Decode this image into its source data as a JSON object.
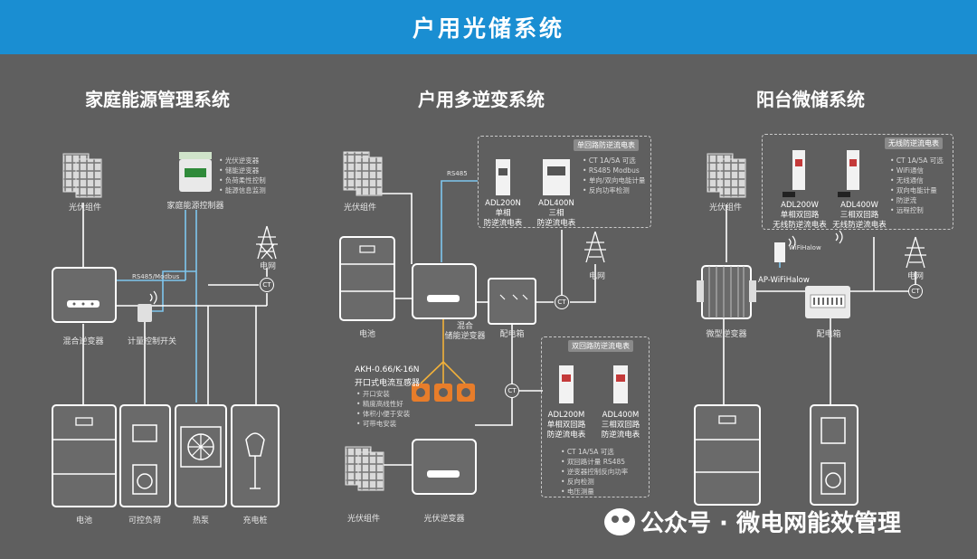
{
  "banner": {
    "title": "户用光储系统"
  },
  "sections": {
    "left": {
      "title": "家庭能源管理系统",
      "pv": "光伏组件",
      "controller": "家庭能源控制器",
      "controller_specs": [
        "光伏逆变器",
        "储能逆变器",
        "负荷柔性控制",
        "能源信息监测"
      ],
      "link_label": "RS485/Modbus",
      "inverter": "混合逆变器",
      "switch": "计量控制开关",
      "grid": "电网",
      "ct": "CT",
      "battery": "电池",
      "load": "可控负荷",
      "heatpump": "热泵",
      "charger": "充电桩"
    },
    "middle": {
      "title": "户用多逆变系统",
      "pv_top": "光伏组件",
      "pv_bottom": "光伏组件",
      "battery": "电池",
      "hybrid": "混合",
      "inverter_top": "储能逆变器",
      "distbox": "配电箱",
      "grid": "电网",
      "ct": "CT",
      "link_label": "RS485",
      "box1_tag": "单回路防逆流电表",
      "meter1_model": "ADL200N",
      "meter1_desc": [
        "单相",
        "防逆流电表"
      ],
      "meter2_model": "ADL400N",
      "meter2_desc": [
        "三相",
        "防逆流电表"
      ],
      "box1_specs": [
        "CT 1A/5A 可选",
        "RS485 Modbus",
        "单向/双向电能计量",
        "反向功率检测"
      ],
      "sensor_model": "AKH-0.66/K-16N",
      "sensor_desc": "开口式电流互感器",
      "sensor_specs": [
        "开口安装",
        "精度高线性好",
        "体积小便于安装",
        "可带电安装"
      ],
      "box2_tag": "双回路防逆流电表",
      "meter3_model": "ADL200M",
      "meter3_desc": [
        "单相双回路",
        "防逆流电表"
      ],
      "meter4_model": "ADL400M",
      "meter4_desc": [
        "三相双回路",
        "防逆流电表"
      ],
      "box2_specs": [
        "CT 1A/5A 可选",
        "双回路计量 RS485",
        "逆变器控制反向功率",
        "反向检测",
        "电压测量"
      ],
      "pv_inverter": "光伏逆变器"
    },
    "right": {
      "title": "阳台微储系统",
      "pv": "光伏组件",
      "box_tag": "无线防逆流电表",
      "box_specs": [
        "CT 1A/5A 可选",
        "WiFi通信",
        "无线通信",
        "双向电能计量",
        "防逆流",
        "远程控制"
      ],
      "meter1_model": "ADL200W",
      "meter1_desc": [
        "单相双回路",
        "无线防逆流电表"
      ],
      "meter2_model": "ADL400W",
      "meter2_desc": [
        "三相双回路",
        "无线防逆流电表"
      ],
      "wifi_small": "WiFiHalow",
      "ap_label": "AP-WiFiHalow",
      "grid": "电网",
      "ct": "CT",
      "micro_inverter": "微型逆变器",
      "distbox": "配电箱"
    }
  },
  "watermark": {
    "text": "公众号 · 微电网能效管理"
  },
  "colors": {
    "banner": "#1a8ed2",
    "background": "#5f5f5f",
    "line_blue": "#7fc6ee",
    "line_white": "#ffffff",
    "line_yellow": "#f2b13a",
    "sensor_orange": "#e87d2a"
  }
}
